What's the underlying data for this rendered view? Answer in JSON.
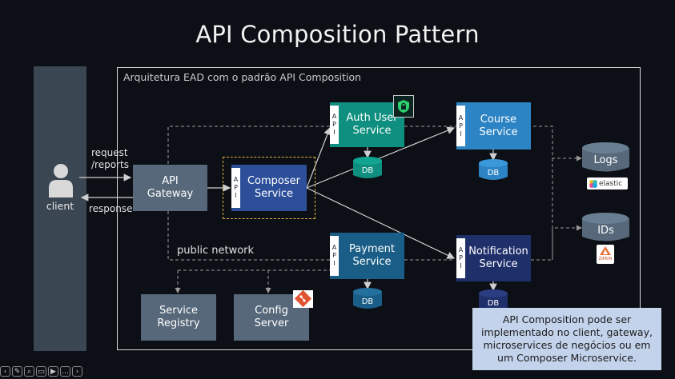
{
  "title": "API Composition Pattern",
  "frame_label": "Arquitetura EAD com o padrão API Composition",
  "client": {
    "label": "client"
  },
  "labels": {
    "request": "request",
    "reports": "/reports",
    "response": "response",
    "public_network": "public network"
  },
  "api_tag": [
    "A",
    "P",
    "I"
  ],
  "services": {
    "api_gateway": [
      "API",
      "Gateway"
    ],
    "composer": [
      "Composer",
      "Service"
    ],
    "auth_user": [
      "Auth User",
      "Service"
    ],
    "course": [
      "Course",
      "Service"
    ],
    "payment": [
      "Payment",
      "Service"
    ],
    "notification": [
      "Notification",
      "Service"
    ],
    "service_registry": [
      "Service",
      "Registry"
    ],
    "config_server": [
      "Config",
      "Server"
    ]
  },
  "db_label": "DB",
  "stores": {
    "logs": "Logs",
    "ids": "IDs"
  },
  "brands": {
    "elastic": "elastic",
    "zipkin": "ZIPKIN"
  },
  "note": "API Composition pode ser implementado no client, gateway, microservices de negócios ou em um Composer Microservice.",
  "colors": {
    "gateway": "#56687a",
    "composer": "#2d4f9a",
    "auth": "#0f8f7f",
    "course": "#2d84c4",
    "payment": "#1a5d86",
    "notification": "#1f2f6a",
    "infra": "#56687a",
    "note": "#c4d3ec",
    "composer_border": "#e0b43a"
  }
}
